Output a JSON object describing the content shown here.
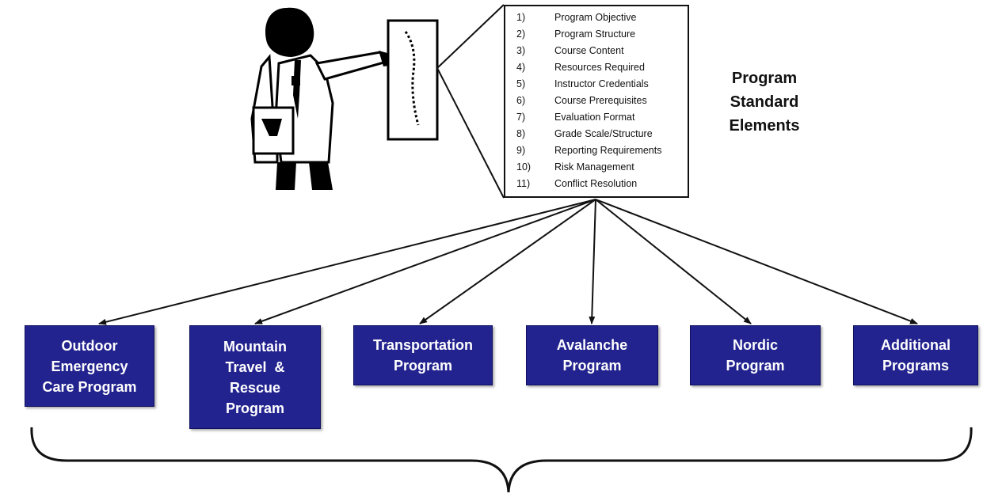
{
  "standard_elements": {
    "title_lines": [
      "Program",
      "Standard",
      "Elements"
    ],
    "items": [
      {
        "num": "1)",
        "text": "Program Objective"
      },
      {
        "num": "2)",
        "text": "Program Structure"
      },
      {
        "num": "3)",
        "text": "Course Content"
      },
      {
        "num": "4)",
        "text": "Resources Required"
      },
      {
        "num": "5)",
        "text": "Instructor Credentials"
      },
      {
        "num": "6)",
        "text": "Course Prerequisites"
      },
      {
        "num": "7)",
        "text": "Evaluation Format"
      },
      {
        "num": "8)",
        "text": "Grade Scale/Structure"
      },
      {
        "num": "9)",
        "text": "Reporting Requirements"
      },
      {
        "num": "10)",
        "text": "Risk Management"
      },
      {
        "num": "11)",
        "text": "Conflict Resolution"
      }
    ]
  },
  "programs": [
    {
      "lines": [
        "Outdoor",
        "Emergency",
        "Care Program"
      ]
    },
    {
      "lines": [
        "Mountain",
        "Travel  &",
        "Rescue",
        "Program"
      ]
    },
    {
      "lines": [
        "Transportation",
        "Program"
      ]
    },
    {
      "lines": [
        "Avalanche",
        "Program"
      ]
    },
    {
      "lines": [
        "Nordic",
        "Program"
      ]
    },
    {
      "lines": [
        "Additional",
        "Programs"
      ]
    }
  ],
  "colors": {
    "box_fill": "#23238f",
    "box_text": "#ffffff",
    "line": "#111111"
  }
}
